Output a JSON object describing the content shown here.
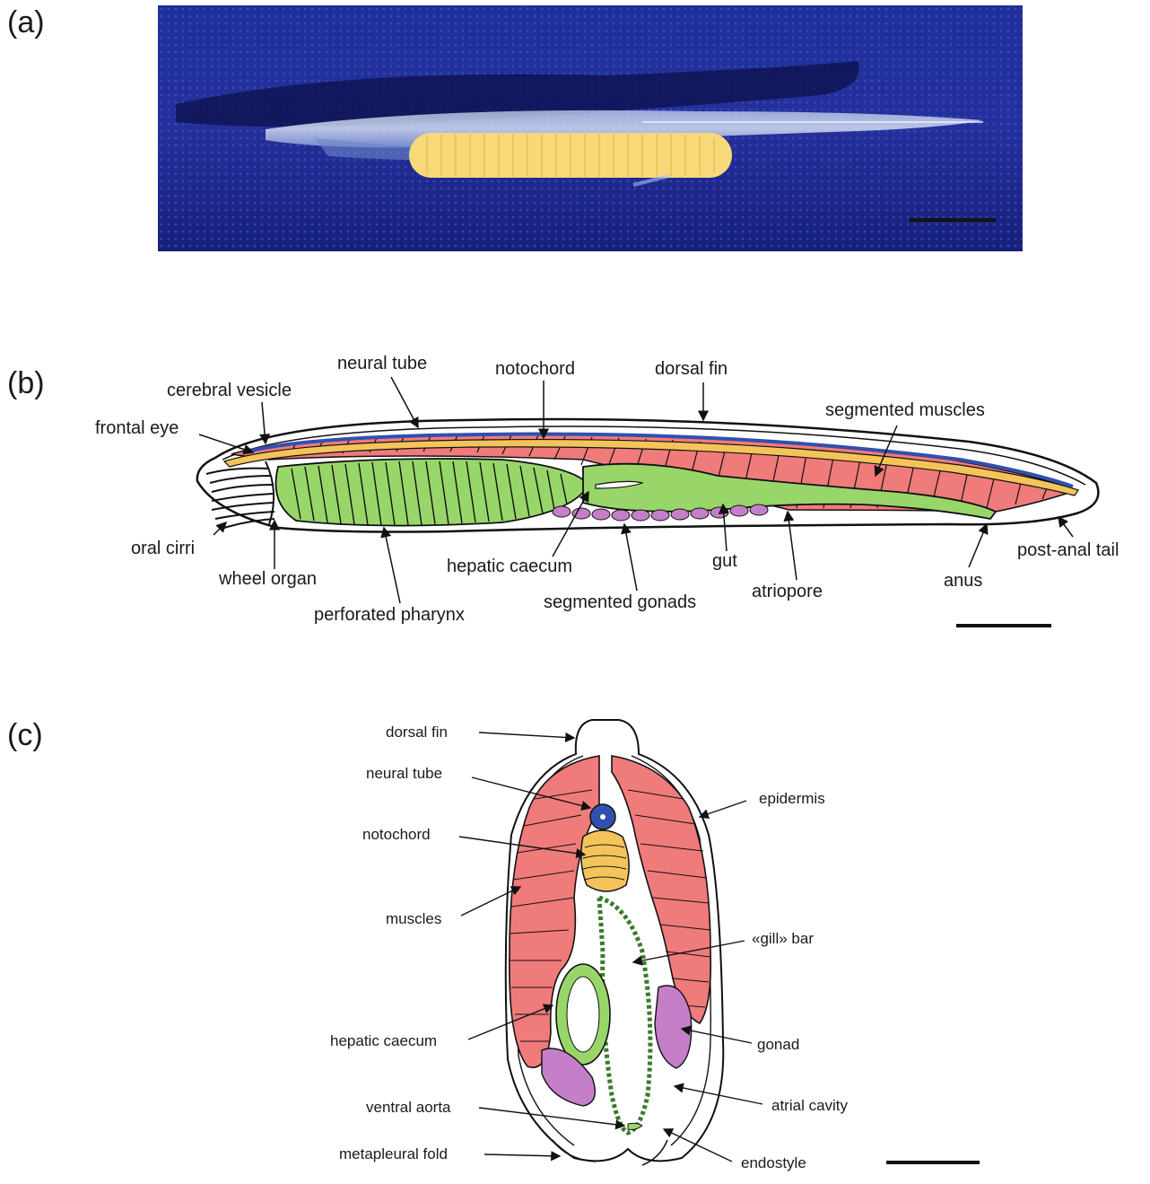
{
  "panels": {
    "a": "(a)",
    "b": "(b)",
    "c": "(c)"
  },
  "panel_b": {
    "labels": {
      "neural_tube": "neural tube",
      "notochord": "notochord",
      "dorsal_fin": "dorsal fin",
      "cerebral_vesicle": "cerebral vesicle",
      "frontal_eye": "frontal eye",
      "segmented_muscles": "segmented muscles",
      "oral_cirri": "oral cirri",
      "wheel_organ": "wheel organ",
      "perforated_pharynx": "perforated pharynx",
      "hepatic_caecum": "hepatic caecum",
      "segmented_gonads": "segmented gonads",
      "gut": "gut",
      "atriopore": "atriopore",
      "anus": "anus",
      "post_anal_tail": "post-anal tail"
    }
  },
  "panel_c": {
    "labels": {
      "dorsal_fin": "dorsal fin",
      "neural_tube": "neural tube",
      "notochord": "notochord",
      "muscles": "muscles",
      "hepatic_caecum": "hepatic caecum",
      "ventral_aorta": "ventral aorta",
      "metapleural_fold": "metapleural fold",
      "epidermis": "epidermis",
      "gill_bar": "«gill» bar",
      "gonad": "gonad",
      "atrial_cavity": "atrial cavity",
      "endostyle": "endostyle"
    }
  },
  "colors": {
    "muscle": "#f07b7b",
    "notochord": "#f4c45a",
    "neural_tube": "#3050b0",
    "pharynx_gut": "#98d66a",
    "gonad": "#c47fc8",
    "photo_bg": "#1a2a8c",
    "gonad_photo": "#f7d97a"
  }
}
